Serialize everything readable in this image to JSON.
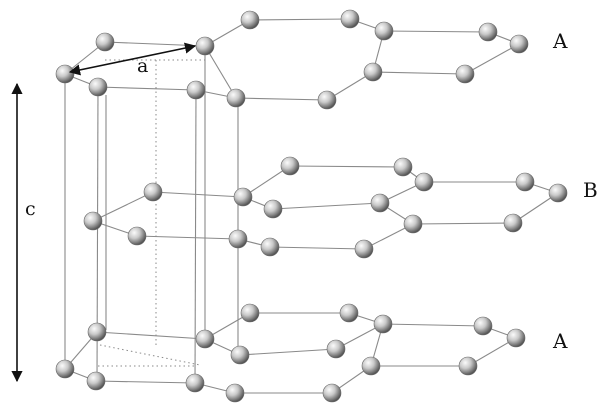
{
  "labels": {
    "lattice_a": "a",
    "lattice_c": "c",
    "layer_top": "A",
    "layer_middle": "B",
    "layer_bottom": "A"
  },
  "colors": {
    "bond": "#8a8a8a",
    "atom_light": "#f4f4f4",
    "atom_dark": "#555555",
    "arrow": "#111111"
  }
}
